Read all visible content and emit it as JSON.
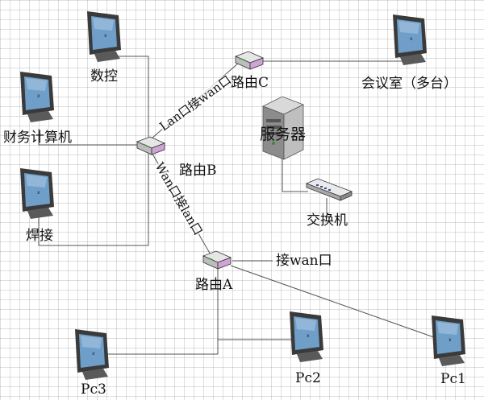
{
  "nodes": {
    "shukong": {
      "label": "数控",
      "icon": "monitor-icon"
    },
    "caiwu": {
      "label": "财务计算机",
      "icon": "monitor-icon"
    },
    "hanjie": {
      "label": "焊接",
      "icon": "monitor-icon"
    },
    "huiyishi": {
      "label": "会议室（多台）",
      "icon": "monitor-icon"
    },
    "router_b": {
      "label": "路由B",
      "icon": "router-icon"
    },
    "router_c": {
      "label": "路由C",
      "icon": "router-icon"
    },
    "router_a": {
      "label": "路由A",
      "icon": "router-icon"
    },
    "server": {
      "label": "服务器",
      "icon": "server-icon"
    },
    "switch": {
      "label": "交换机",
      "icon": "switch-icon"
    },
    "pc1": {
      "label": "Pc1",
      "icon": "monitor-icon"
    },
    "pc2": {
      "label": "Pc2",
      "icon": "monitor-icon"
    },
    "pc3": {
      "label": "Pc3",
      "icon": "monitor-icon"
    }
  },
  "links": {
    "b_to_c": "Lan口接wan口",
    "b_to_a": "Wan口接lan口",
    "a_wan": "接wan口"
  },
  "colors": {
    "monitor_frame": "#3a3a3a",
    "monitor_screen": "#6f9fc9",
    "wire": "#555555",
    "grid": "#c8c8c8"
  }
}
